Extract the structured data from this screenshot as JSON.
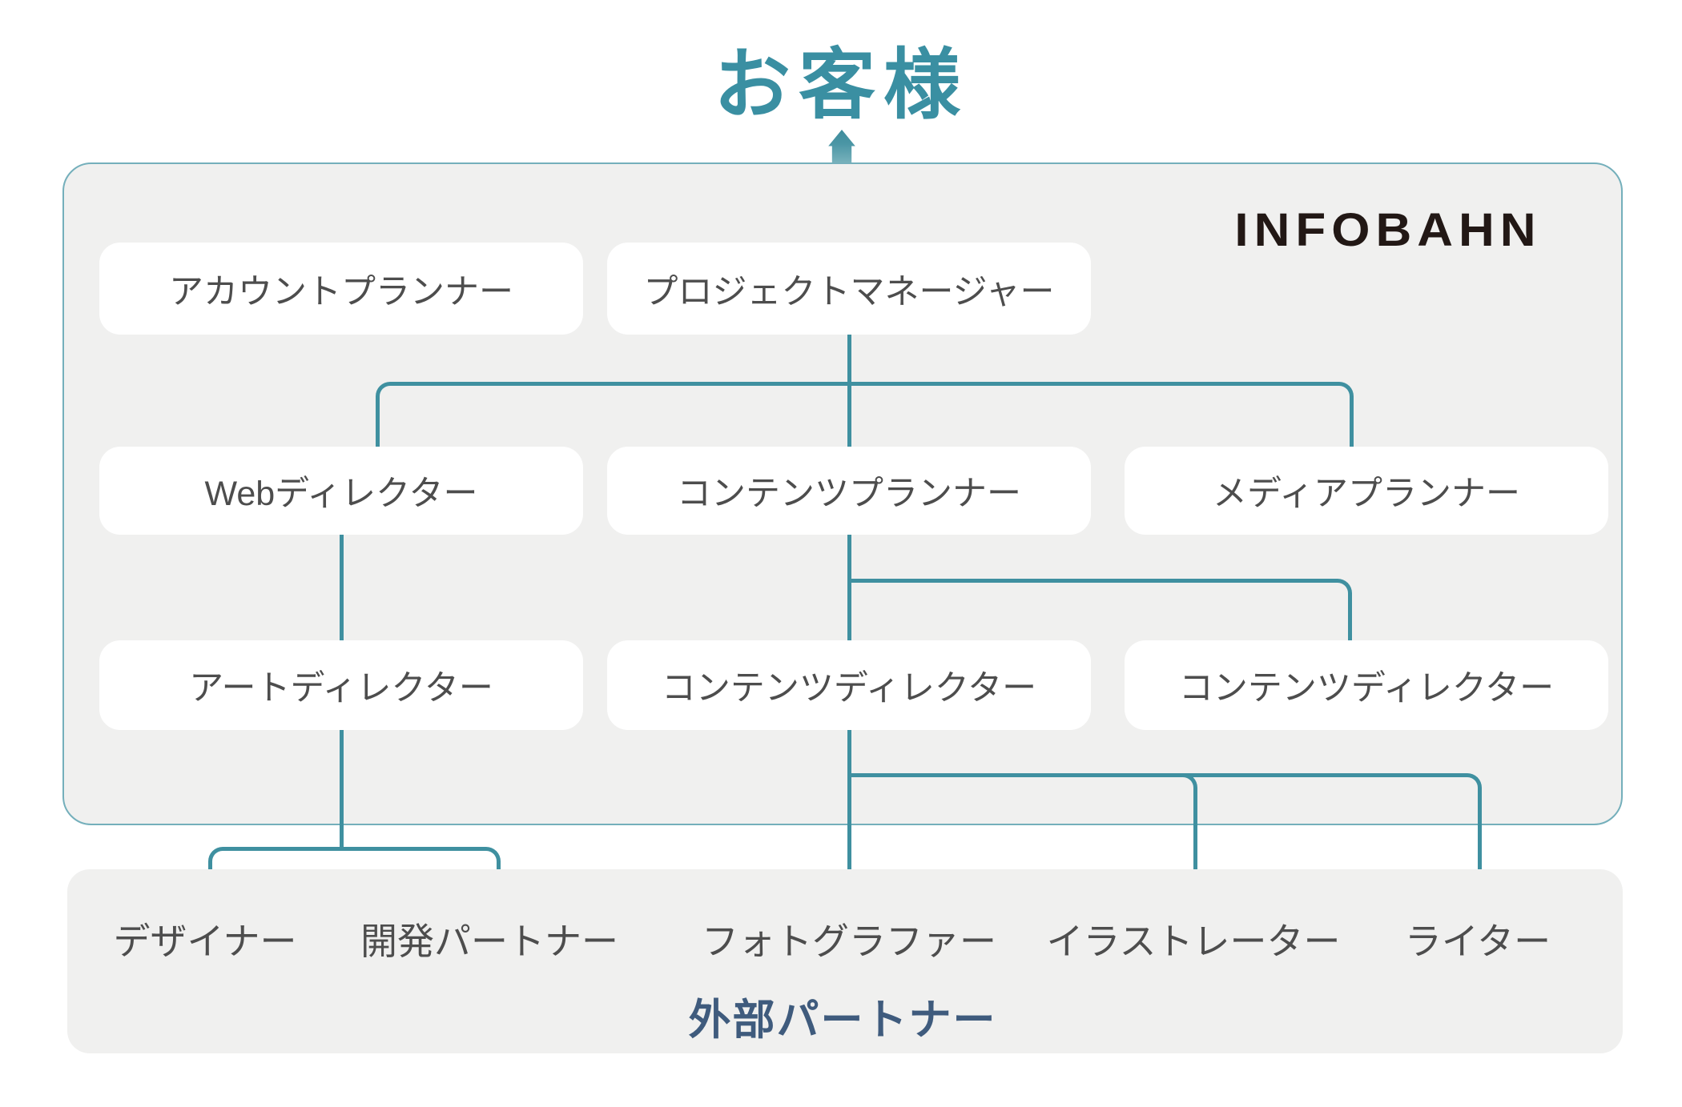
{
  "customer": {
    "label": "お客様"
  },
  "company": {
    "logo_text": "INFOBAHN"
  },
  "internal": {
    "row1": [
      "アカウントプランナー",
      "プロジェクトマネージャー"
    ],
    "row2": [
      "Webディレクター",
      "コンテンツプランナー",
      "メディアプランナー"
    ],
    "row3": [
      "アートディレクター",
      "コンテンツディレクター",
      "コンテンツディレクター"
    ]
  },
  "external": {
    "label": "外部パートナー",
    "roles": [
      "デザイナー",
      "開発パートナー",
      "フォトグラファー",
      "イラストレーター",
      "ライター"
    ]
  },
  "hierarchy_notes": {
    "customer_to": "プロジェクトマネージャー",
    "project_manager_to": [
      "Webディレクター",
      "コンテンツプランナー",
      "メディアプランナー"
    ],
    "web_director_to": [
      "アートディレクター"
    ],
    "content_planner_to": [
      "コンテンツディレクター",
      "コンテンツディレクター"
    ],
    "art_director_to": [
      "デザイナー",
      "開発パートナー"
    ],
    "content_director_to": [
      "フォトグラファー",
      "イラストレーター",
      "ライター"
    ]
  },
  "colors": {
    "customer_text": "#3a8fa2",
    "connector": "#3f90a0",
    "box_border": "#74afbb",
    "panel_fill": "#f0f0ef",
    "role_text": "#4d4d4d",
    "external_label": "#3f5b7d",
    "logo": "#221815"
  }
}
